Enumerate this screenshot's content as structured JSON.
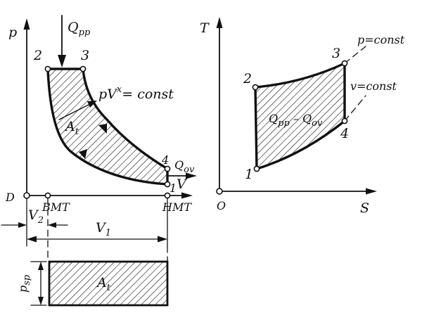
{
  "pv": {
    "axis_p": "p",
    "axis_v": "V",
    "origin": "D",
    "q_in": "Q",
    "q_in_sub": "pp",
    "q_out": "Q",
    "q_out_sub": "ov",
    "point_1": "1",
    "point_2": "2",
    "point_3": "3",
    "point_4": "4",
    "polytrope": "pV",
    "polytrope_exp": "x",
    "polytrope_rest": "= const",
    "area": "A",
    "area_sub": "t",
    "bmt": "BMT",
    "hmt": "HMT",
    "v2": "V",
    "v2_sub": "2",
    "v1": "V",
    "v1_sub": "1",
    "psp": "p",
    "psp_sub": "sp",
    "rect_area": "A",
    "rect_area_sub": "t"
  },
  "ts": {
    "axis_t": "T",
    "axis_s": "S",
    "origin": "O",
    "point_1": "1",
    "point_2": "2",
    "point_3": "3",
    "point_4": "4",
    "p_const": "p=const",
    "v_const": "v=const",
    "net_heat": "Q",
    "net_heat_sub1": "pp",
    "net_heat_minus": " – Q",
    "net_heat_sub2": "ov"
  }
}
